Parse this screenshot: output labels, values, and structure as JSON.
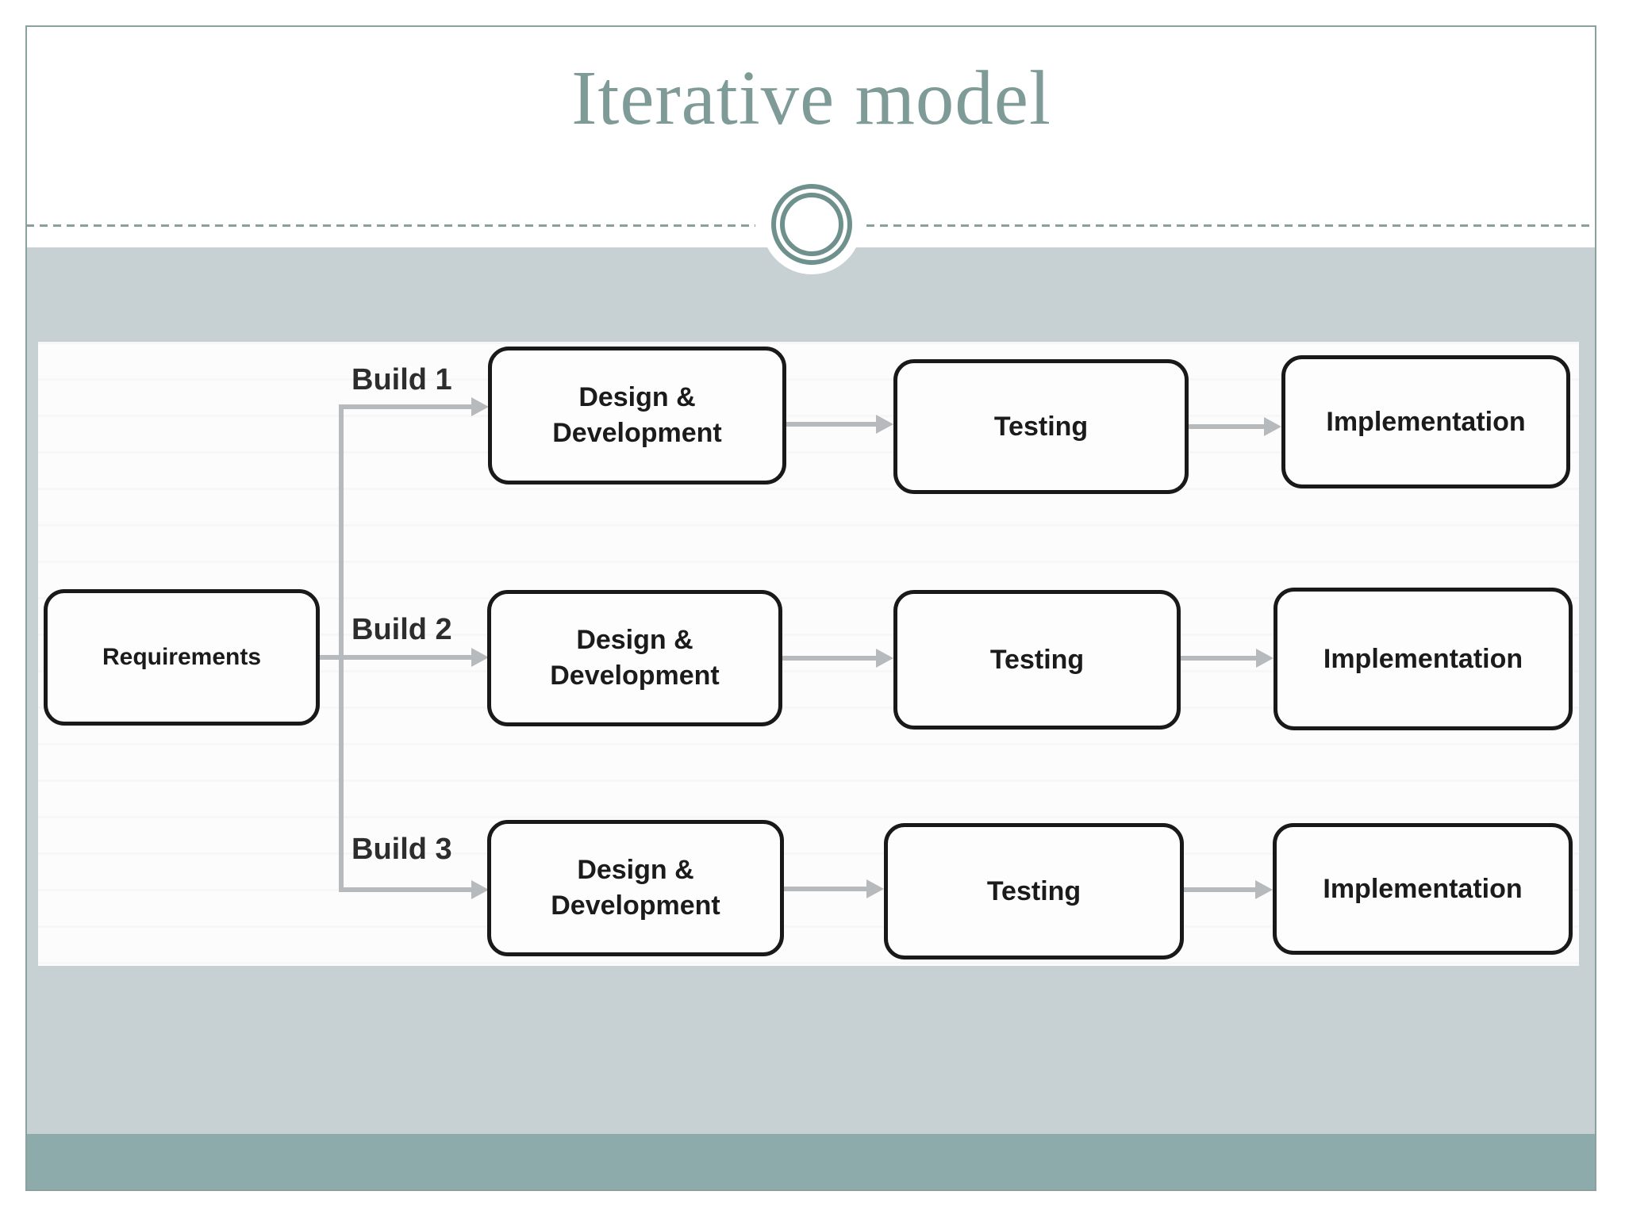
{
  "slide": {
    "title": "Iterative model"
  },
  "diagram": {
    "requirements": "Requirements",
    "rows": [
      {
        "build": "Build 1",
        "design": "Design & Development",
        "testing": "Testing",
        "implementation": "Implementation"
      },
      {
        "build": "Build 2",
        "design": "Design & Development",
        "testing": "Testing",
        "implementation": "Implementation"
      },
      {
        "build": "Build 3",
        "design": "Design & Development",
        "testing": "Testing",
        "implementation": "Implementation"
      }
    ]
  },
  "colors": {
    "accent_teal": "#7e9b97",
    "band_light": "#c7d0d3",
    "band_dark": "#8cabaa",
    "frame_border": "#8ba19d",
    "box_border": "#191919",
    "arrow_gray": "#b7babd"
  }
}
